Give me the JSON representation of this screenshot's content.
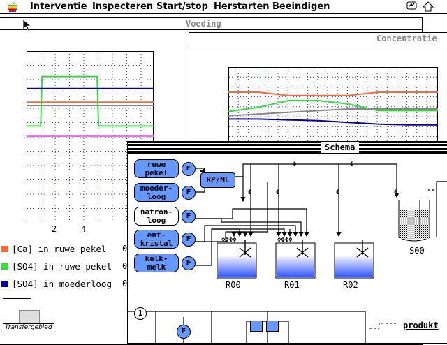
{
  "menubar": {
    "apple": "apple-logo",
    "items": [
      "Interventie",
      "Inspecteren",
      "Start/stop",
      "Herstarten",
      "Beeindigen"
    ]
  },
  "windows": {
    "voeding": {
      "title": "Voeding"
    },
    "concentratie": {
      "title": "Concentratie"
    },
    "schema": {
      "title": "Schema"
    }
  },
  "voeding_chart": {
    "x_ticks": [
      "2",
      "4"
    ],
    "legend": [
      {
        "label": "[Ca] in ruwe pekel",
        "color": "#ff6633",
        "value": "0"
      },
      {
        "label": "[SO4] in ruwe pekel",
        "color": "#33dd33",
        "value": "0"
      },
      {
        "label": "[SO4] in moederloog",
        "color": "#000099",
        "value": "0"
      }
    ]
  },
  "chart_data": [
    {
      "type": "line",
      "x": [
        0,
        1,
        1.1,
        5,
        5.1,
        9
      ],
      "xlim": [
        0,
        9
      ],
      "ylim": [
        0,
        100
      ],
      "x_tick_labels": [
        "2",
        "4"
      ],
      "grid": true,
      "series": [
        {
          "name": "[Ca] in ruwe pekel",
          "color": "#ff6633",
          "values": [
            70,
            70,
            70,
            70,
            70,
            70
          ]
        },
        {
          "name": "[SO4] in ruwe pekel",
          "color": "#33dd33",
          "values": [
            56,
            56,
            85,
            85,
            56,
            56
          ]
        },
        {
          "name": "[SO4] in moederloog",
          "color": "#000099",
          "values": [
            78,
            78,
            78,
            78,
            78,
            78
          ]
        },
        {
          "color": "#888888",
          "values": [
            68,
            68,
            68,
            68,
            68,
            68
          ]
        },
        {
          "color": "#ff66ff",
          "values": [
            50,
            50,
            50,
            50,
            50,
            50
          ]
        }
      ]
    },
    {
      "type": "line",
      "x": [
        0,
        1,
        2,
        3,
        4,
        5,
        6,
        7
      ],
      "xlim": [
        0,
        7
      ],
      "ylim": [
        0,
        100
      ],
      "grid": true,
      "series": [
        {
          "color": "#ff6633",
          "values": [
            70,
            70,
            66,
            66,
            66,
            70,
            70,
            70
          ]
        },
        {
          "color": "#33dd33",
          "values": [
            47,
            52,
            60,
            60,
            56,
            48,
            48,
            48
          ]
        },
        {
          "color": "#888888",
          "values": [
            42,
            44,
            46,
            48,
            50,
            50,
            50,
            50
          ]
        },
        {
          "color": "#000099",
          "values": [
            38,
            38,
            37,
            36,
            34,
            32,
            31,
            31
          ]
        }
      ]
    }
  ],
  "schema": {
    "sources": [
      {
        "line1": "ruwe",
        "line2": "pekel",
        "style": "blue"
      },
      {
        "line1": "moeder-",
        "line2": "loog",
        "style": "blue"
      },
      {
        "line1": "natron-",
        "line2": "loog",
        "style": "white"
      },
      {
        "line1": "ent-",
        "line2": "kristal",
        "style": "blue"
      },
      {
        "line1": "kalk-",
        "line2": "melk",
        "style": "blue"
      }
    ],
    "pump_label": "F",
    "mixer_label": "RP/ML",
    "reactors": [
      "R00",
      "R01",
      "R02"
    ],
    "settler": "S00",
    "circle_one": "1",
    "product_label": "produkt",
    "valve_mark": "Φ"
  },
  "desktop": {
    "transfer_label": "Transfergebied"
  },
  "colors": {
    "accent_blue": "#6699ff",
    "dark_blue": "#000099",
    "green": "#33dd33",
    "orange": "#ff6633",
    "grid": "#4444cc"
  }
}
